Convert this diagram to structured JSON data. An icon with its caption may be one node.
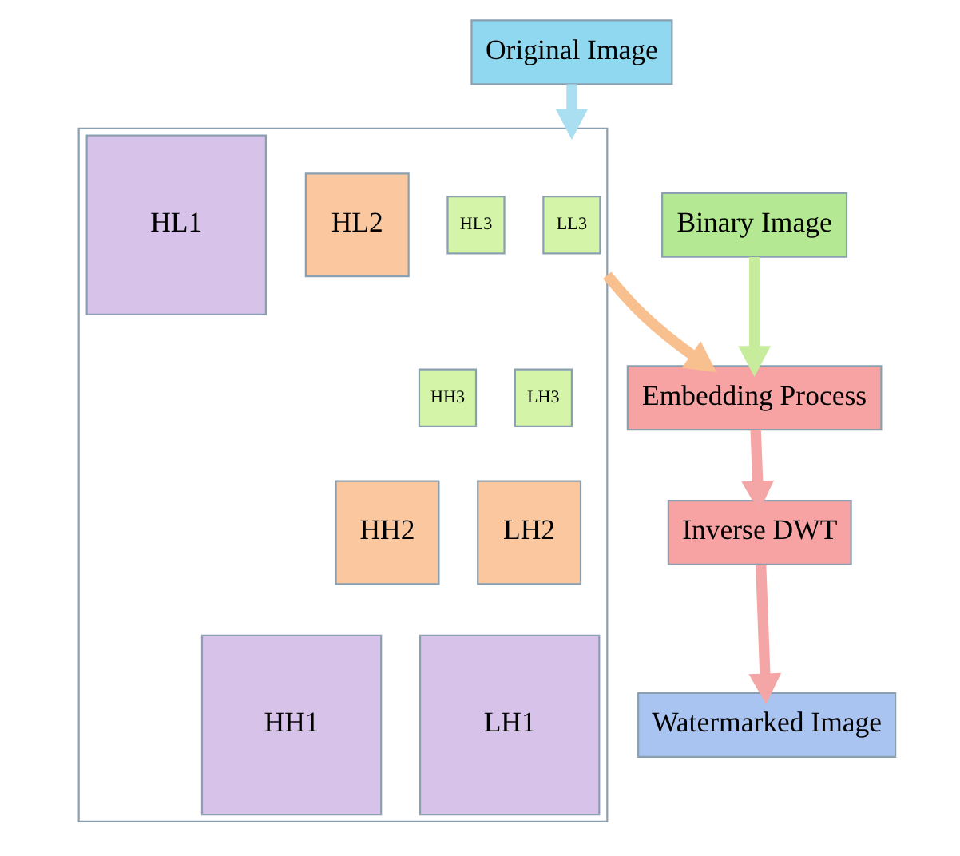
{
  "diagram": {
    "nodes": [
      {
        "text": [
          "Original Image"
        ]
      },
      {
        "text": [],
        "shape": "box"
      },
      {
        "text": [
          "LL3"
        ],
        "in": 1
      },
      {
        "text": [
          "HL3"
        ],
        "in": 1
      },
      {
        "text": [
          "LH3"
        ],
        "in": 1
      },
      {
        "text": [
          "HH3"
        ],
        "in": 1
      },
      {
        "text": [
          "HL2"
        ],
        "in": 1
      },
      {
        "text": [
          "LH2"
        ],
        "in": 1
      },
      {
        "text": [
          "HH2"
        ],
        "in": 1
      },
      {
        "text": [
          "HL1"
        ],
        "in": 1
      },
      {
        "text": [
          "LH1"
        ],
        "in": 1
      },
      {
        "text": [
          "HH1"
        ],
        "in": 1
      },
      {
        "text": [
          "Binary Image"
        ]
      },
      {
        "text": [
          "Embedding Process"
        ]
      },
      {
        "text": [
          "Inverse DWT"
        ]
      },
      {
        "text": [
          "Watermarked Image"
        ]
      }
    ],
    "edges": [
      {
        "from": 0,
        "to": 1,
        "arrow": "to",
        "color": "#a9dff0"
      },
      {
        "from": 1,
        "to": 13,
        "arrow": "to",
        "color": "#f9c08f"
      },
      {
        "from": 12,
        "to": 13,
        "arrow": "to",
        "color": "#c6ec9c"
      },
      {
        "from": 13,
        "to": 14,
        "arrow": "to",
        "color": "#f4a5a5"
      },
      {
        "from": 14,
        "to": 15,
        "arrow": "to",
        "color": "#f4a5a5"
      }
    ]
  }
}
